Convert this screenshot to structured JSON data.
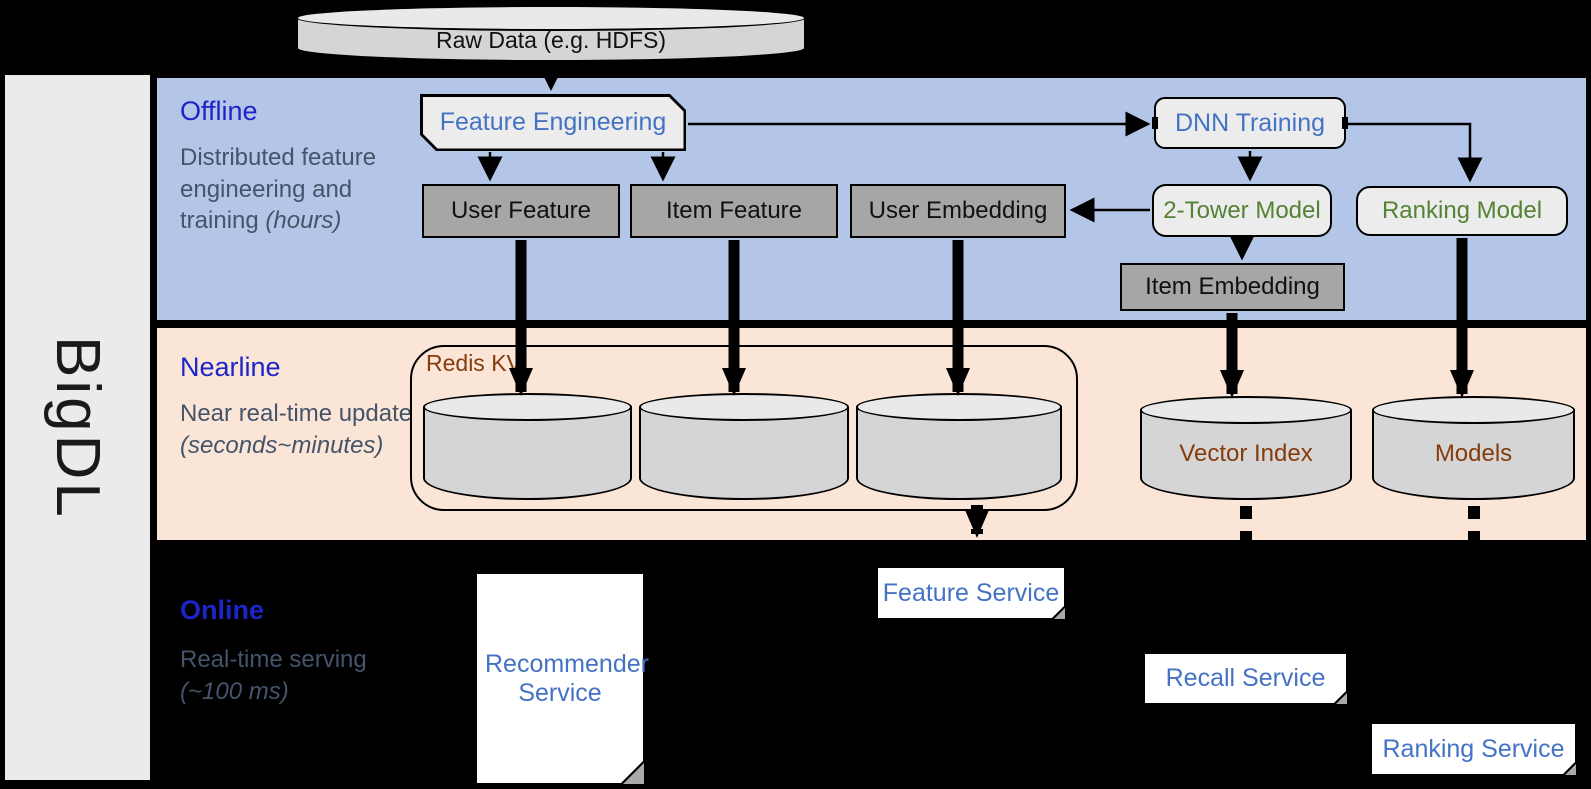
{
  "brand": {
    "label": "BigDL"
  },
  "raw_data": {
    "label": "Raw Data (e.g. HDFS)"
  },
  "sections": {
    "offline": {
      "title": "Offline",
      "description": "Distributed feature engineering and training ",
      "note": "(hours)"
    },
    "nearline": {
      "title": "Nearline",
      "description": "Near real-time update ",
      "note": "(seconds~minutes)"
    },
    "online": {
      "title": "Online",
      "description": "Real-time serving ",
      "note": "(~100 ms)"
    }
  },
  "offline": {
    "feature_engineering": "Feature Engineering",
    "dnn_training": "DNN Training",
    "user_feature": "User Feature",
    "item_feature": "Item Feature",
    "user_embedding": "User Embedding",
    "item_embedding": "Item Embedding",
    "two_tower_model": "2-Tower Model",
    "ranking_model": "Ranking Model"
  },
  "nearline": {
    "redis_kv": "Redis KV",
    "vector_index": "Vector Index",
    "models": "Models"
  },
  "online": {
    "recommender_service": "Recommender Service",
    "feature_service": "Feature Service",
    "recall_service": "Recall Service",
    "ranking_service": "Ranking Service"
  },
  "colors": {
    "offline_band": "#b3c6e7",
    "nearline_band": "#fbe5d6",
    "online_background": "#000000",
    "heading_blue": "#1c25c8",
    "subtitle_gray": "#44546a",
    "label_blue": "#4472c4",
    "label_green": "#548235",
    "label_brown": "#843c0c",
    "gray_box": "#a6a6a6",
    "light_box": "#ececec"
  }
}
